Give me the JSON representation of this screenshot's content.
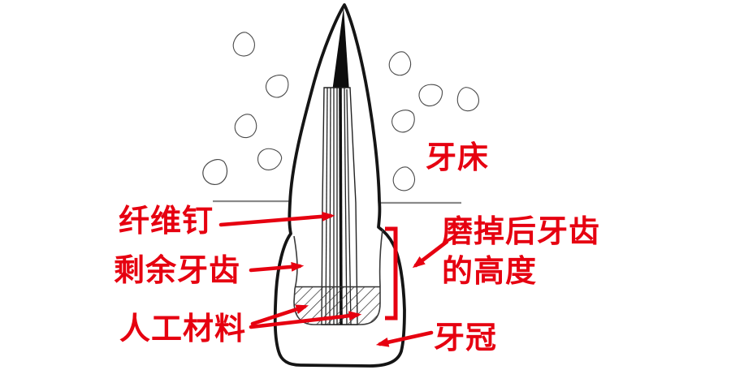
{
  "diagram": {
    "labels": {
      "gum_bed": "牙床",
      "fiber_post": "纤维钉",
      "remaining_tooth": "剩余牙齿",
      "artificial_material": "人工材料",
      "ground_tooth_height_line1": "磨掉后牙齿",
      "ground_tooth_height_line2": "的高度",
      "crown": "牙冠"
    },
    "colors": {
      "annotation_red": "#e60010",
      "drawing_outline": "#151515",
      "gum_line_gray": "#8a8a8a"
    }
  }
}
